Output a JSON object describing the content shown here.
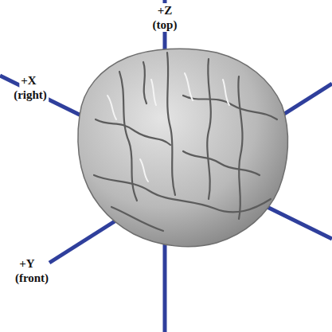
{
  "diagram": {
    "labels": [
      "+Z",
      "(top)",
      "+X",
      "(right)",
      "+Y",
      "(front)"
    ]
  }
}
